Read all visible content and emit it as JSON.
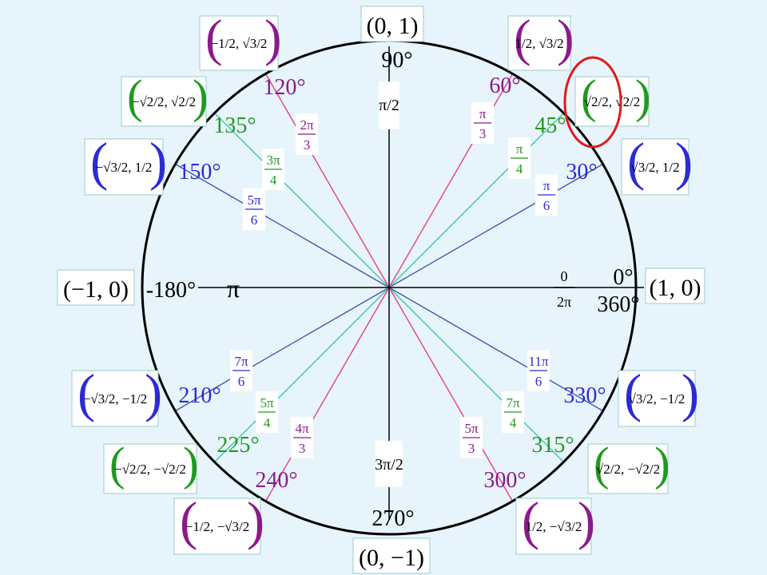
{
  "colors": {
    "background": "#e8f4fb",
    "circle": "#000000",
    "axes": "#000000",
    "pi6_family": "#2b2bd6",
    "pi4_family": "#1f9a1f",
    "pi3_family": "#8b1a8b",
    "ray_pi6": "#3d5aa8",
    "ray_pi4": "#3cc7b0",
    "ray_pi3": "#e0408a",
    "highlight": "#e01b1b",
    "box_bg": "#ffffff"
  },
  "axis_labels": {
    "deg_0": "0°",
    "deg_360": "360°",
    "rad_0": "0",
    "rad_2pi": "2π",
    "deg_90": "90°",
    "rad_pi_over_2": "π/2",
    "deg_180": "-180°",
    "rad_pi": "π",
    "deg_270": "270°",
    "rad_3pi_over_2": "3π/2",
    "pt_1_0": "(1, 0)",
    "pt_0_1": "(0, 1)",
    "pt_m1_0": "(−1, 0)",
    "pt_0_m1": "(0, −1)"
  },
  "angles": [
    {
      "deg": "30°",
      "rad_num": "π",
      "rad_den": "6",
      "family": "pi6",
      "x": "√3/2",
      "y": "1/2"
    },
    {
      "deg": "45°",
      "rad_num": "π",
      "rad_den": "4",
      "family": "pi4",
      "x": "√2/2",
      "y": "√2/2"
    },
    {
      "deg": "60°",
      "rad_num": "π",
      "rad_den": "3",
      "family": "pi3",
      "x": "1/2",
      "y": "√3/2"
    },
    {
      "deg": "120°",
      "rad_num": "2π",
      "rad_den": "3",
      "family": "pi3",
      "x": "−1/2",
      "y": "√3/2"
    },
    {
      "deg": "135°",
      "rad_num": "3π",
      "rad_den": "4",
      "family": "pi4",
      "x": "−√2/2",
      "y": "√2/2"
    },
    {
      "deg": "150°",
      "rad_num": "5π",
      "rad_den": "6",
      "family": "pi6",
      "x": "−√3/2",
      "y": "1/2"
    },
    {
      "deg": "210°",
      "rad_num": "7π",
      "rad_den": "6",
      "family": "pi6",
      "x": "−√3/2",
      "y": "−1/2"
    },
    {
      "deg": "225°",
      "rad_num": "5π",
      "rad_den": "4",
      "family": "pi4",
      "x": "−√2/2",
      "y": "−√2/2"
    },
    {
      "deg": "240°",
      "rad_num": "4π",
      "rad_den": "3",
      "family": "pi3",
      "x": "−1/2",
      "y": "−√3/2"
    },
    {
      "deg": "300°",
      "rad_num": "5π",
      "rad_den": "3",
      "family": "pi3",
      "x": "1/2",
      "y": "−√3/2"
    },
    {
      "deg": "315°",
      "rad_num": "7π",
      "rad_den": "4",
      "family": "pi4",
      "x": "√2/2",
      "y": "−√2/2"
    },
    {
      "deg": "330°",
      "rad_num": "11π",
      "rad_den": "6",
      "family": "pi6",
      "x": "√3/2",
      "y": "−1/2"
    }
  ],
  "highlighted_angle": "45°"
}
